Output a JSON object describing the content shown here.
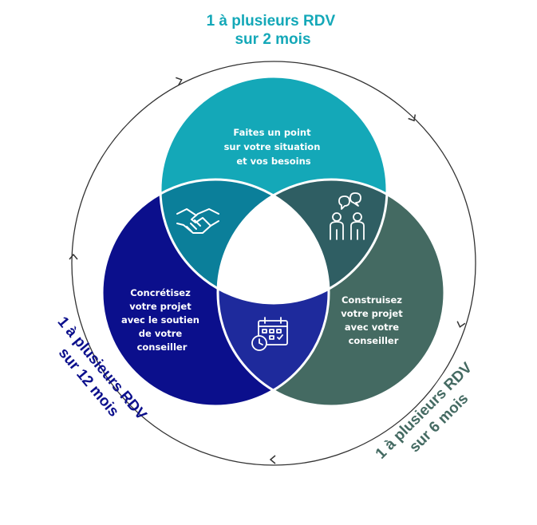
{
  "colors": {
    "teal": "#14a8b8",
    "dark_green": "#446a62",
    "navy": "#0b0f8c",
    "overlap_teal": "#0b7f9a",
    "overlap_navy": "#1e2a9c",
    "overlap_green": "#2f5e63",
    "cycle_line": "#333333"
  },
  "labels": {
    "top_line1": "1 à plusieurs RDV",
    "top_line2": "sur 2 mois",
    "right_line1": "1 à plusieurs RDV",
    "right_line2": "sur 6 mois",
    "left_line1": "1 à plusieurs RDV",
    "left_line2": "sur 12 mois"
  },
  "circles": {
    "top": {
      "lines": [
        "Faites un point",
        "sur votre situation",
        "et vos besoins"
      ]
    },
    "right": {
      "lines": [
        "Construisez",
        "votre projet",
        "avec votre",
        "conseiller"
      ]
    },
    "left": {
      "lines": [
        "Concrétisez",
        "votre projet",
        "avec le soutien",
        "de votre",
        "conseiller"
      ]
    }
  },
  "icons": {
    "handshake": "handshake-icon",
    "people": "people-talking-icon",
    "calendar": "calendar-clock-icon"
  }
}
